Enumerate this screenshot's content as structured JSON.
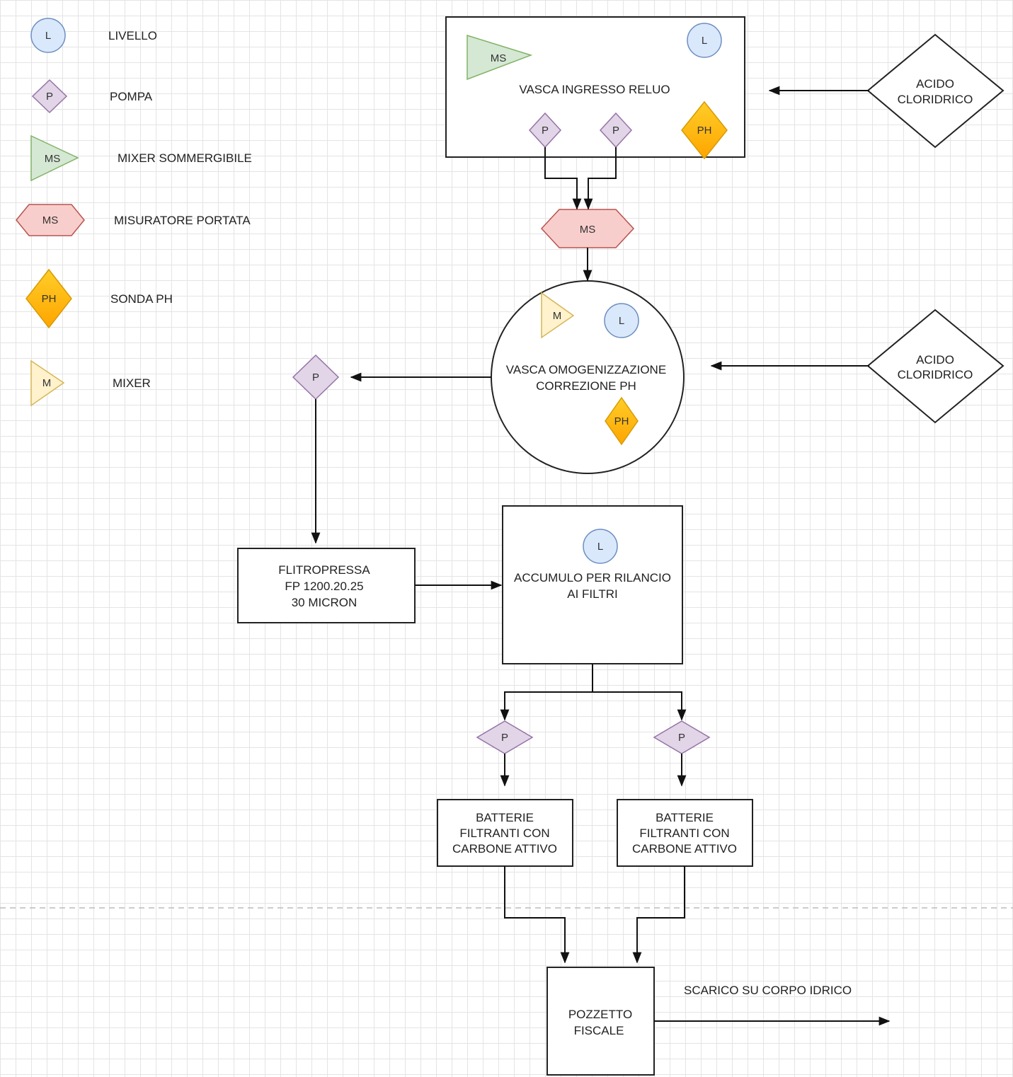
{
  "legend": {
    "livello": {
      "symbol": "L",
      "label": "LIVELLO"
    },
    "pompa": {
      "symbol": "P",
      "label": "POMPA"
    },
    "mixer_sommergibile": {
      "symbol": "MS",
      "label": "MIXER SOMMERGIBILE"
    },
    "misuratore_portata": {
      "symbol": "MS",
      "label": "MISURATORE PORTATA"
    },
    "sonda_ph": {
      "symbol": "PH",
      "label": "SONDA PH"
    },
    "mixer": {
      "symbol": "M",
      "label": "MIXER"
    }
  },
  "nodes": {
    "vasca_ingresso": {
      "label": "VASCA INGRESSO RELUO"
    },
    "acido_1": {
      "line1": "ACIDO",
      "line2": "CLORIDRICO"
    },
    "acido_2": {
      "line1": "ACIDO",
      "line2": "CLORIDRICO"
    },
    "misuratore": {
      "label": "MS"
    },
    "vasca_omogenizzazione": {
      "line1": "VASCA OMOGENIZZAZIONE",
      "line2": "CORREZIONE PH"
    },
    "filtropressa": {
      "line1": "FLITROPRESSA",
      "line2": "FP 1200.20.25",
      "line3": "30 MICRON"
    },
    "accumulo": {
      "line1": "ACCUMULO PER RILANCIO",
      "line2": "AI FILTRI"
    },
    "batterie_1": {
      "line1": "BATTERIE",
      "line2": "FILTRANTI CON",
      "line3": "CARBONE ATTIVO"
    },
    "batterie_2": {
      "line1": "BATTERIE",
      "line2": "FILTRANTI CON",
      "line3": "CARBONE ATTIVO"
    },
    "pozzetto": {
      "line1": "POZZETTO",
      "line2": "FISCALE"
    }
  },
  "scarico_label": "SCARICO SU CORPO IDRICO",
  "symbols": {
    "level": "L",
    "pump": "P",
    "submersible_mixer": "MS",
    "ph_probe": "PH",
    "mixer": "M"
  },
  "colors": {
    "level_fill": "#dae8fc",
    "level_stroke": "#6c8ebf",
    "pump_fill": "#e1d5e7",
    "pump_stroke": "#9673a6",
    "ms_fill": "#d5e8d4",
    "ms_stroke": "#82b366",
    "flow_fill": "#f8cecc",
    "flow_stroke": "#b85450",
    "ph_fill": "#ffcd28",
    "ph_stroke": "#d79b00",
    "mixer_fill": "#fff2cc",
    "mixer_stroke": "#d6b656"
  }
}
